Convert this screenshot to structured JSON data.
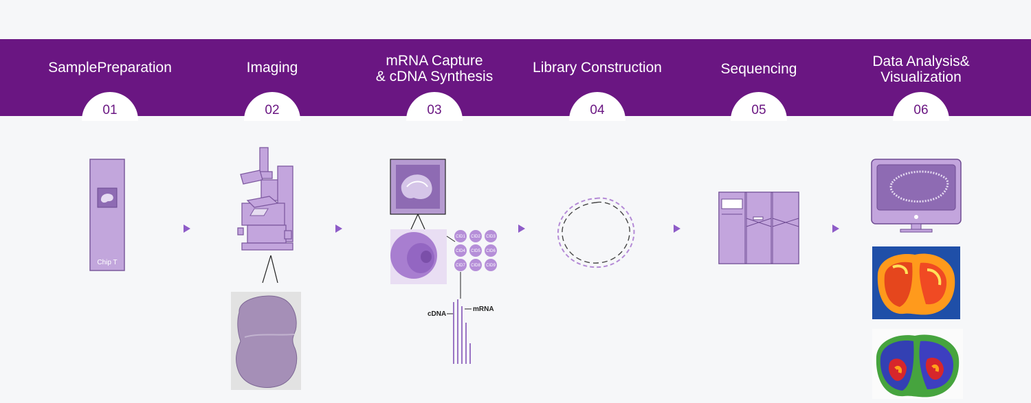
{
  "steps": [
    {
      "num": "01",
      "title": [
        "SamplePreparation"
      ]
    },
    {
      "num": "02",
      "title": [
        "Imaging"
      ]
    },
    {
      "num": "03",
      "title": [
        "mRNA Capture",
        "& cDNA Synthesis"
      ]
    },
    {
      "num": "04",
      "title": [
        "Library Construction"
      ]
    },
    {
      "num": "05",
      "title": [
        "Sequencing"
      ]
    },
    {
      "num": "06",
      "title": [
        "Data Analysis&",
        "Visualization"
      ]
    }
  ],
  "chip_label": "Chip T",
  "cid_labels": [
    "CID1",
    "CID2",
    "CID3",
    "CID4",
    "CID5",
    "CID6",
    "CID7",
    "CID8",
    "CID9"
  ],
  "cdna_label": "cDNA",
  "mrna_label": "mRNA",
  "colors": {
    "band": "#6a1682",
    "accent": "#a789cd",
    "arrow": "#8e5cc8",
    "background": "#f6f7f9"
  },
  "icons": [
    "chip-slide-icon",
    "microscope-icon",
    "tissue-section-image",
    "capture-chip-icon",
    "dna-ring-icon",
    "sequencer-icon",
    "monitor-icon",
    "heatmap-image",
    "cluster-map-image"
  ]
}
